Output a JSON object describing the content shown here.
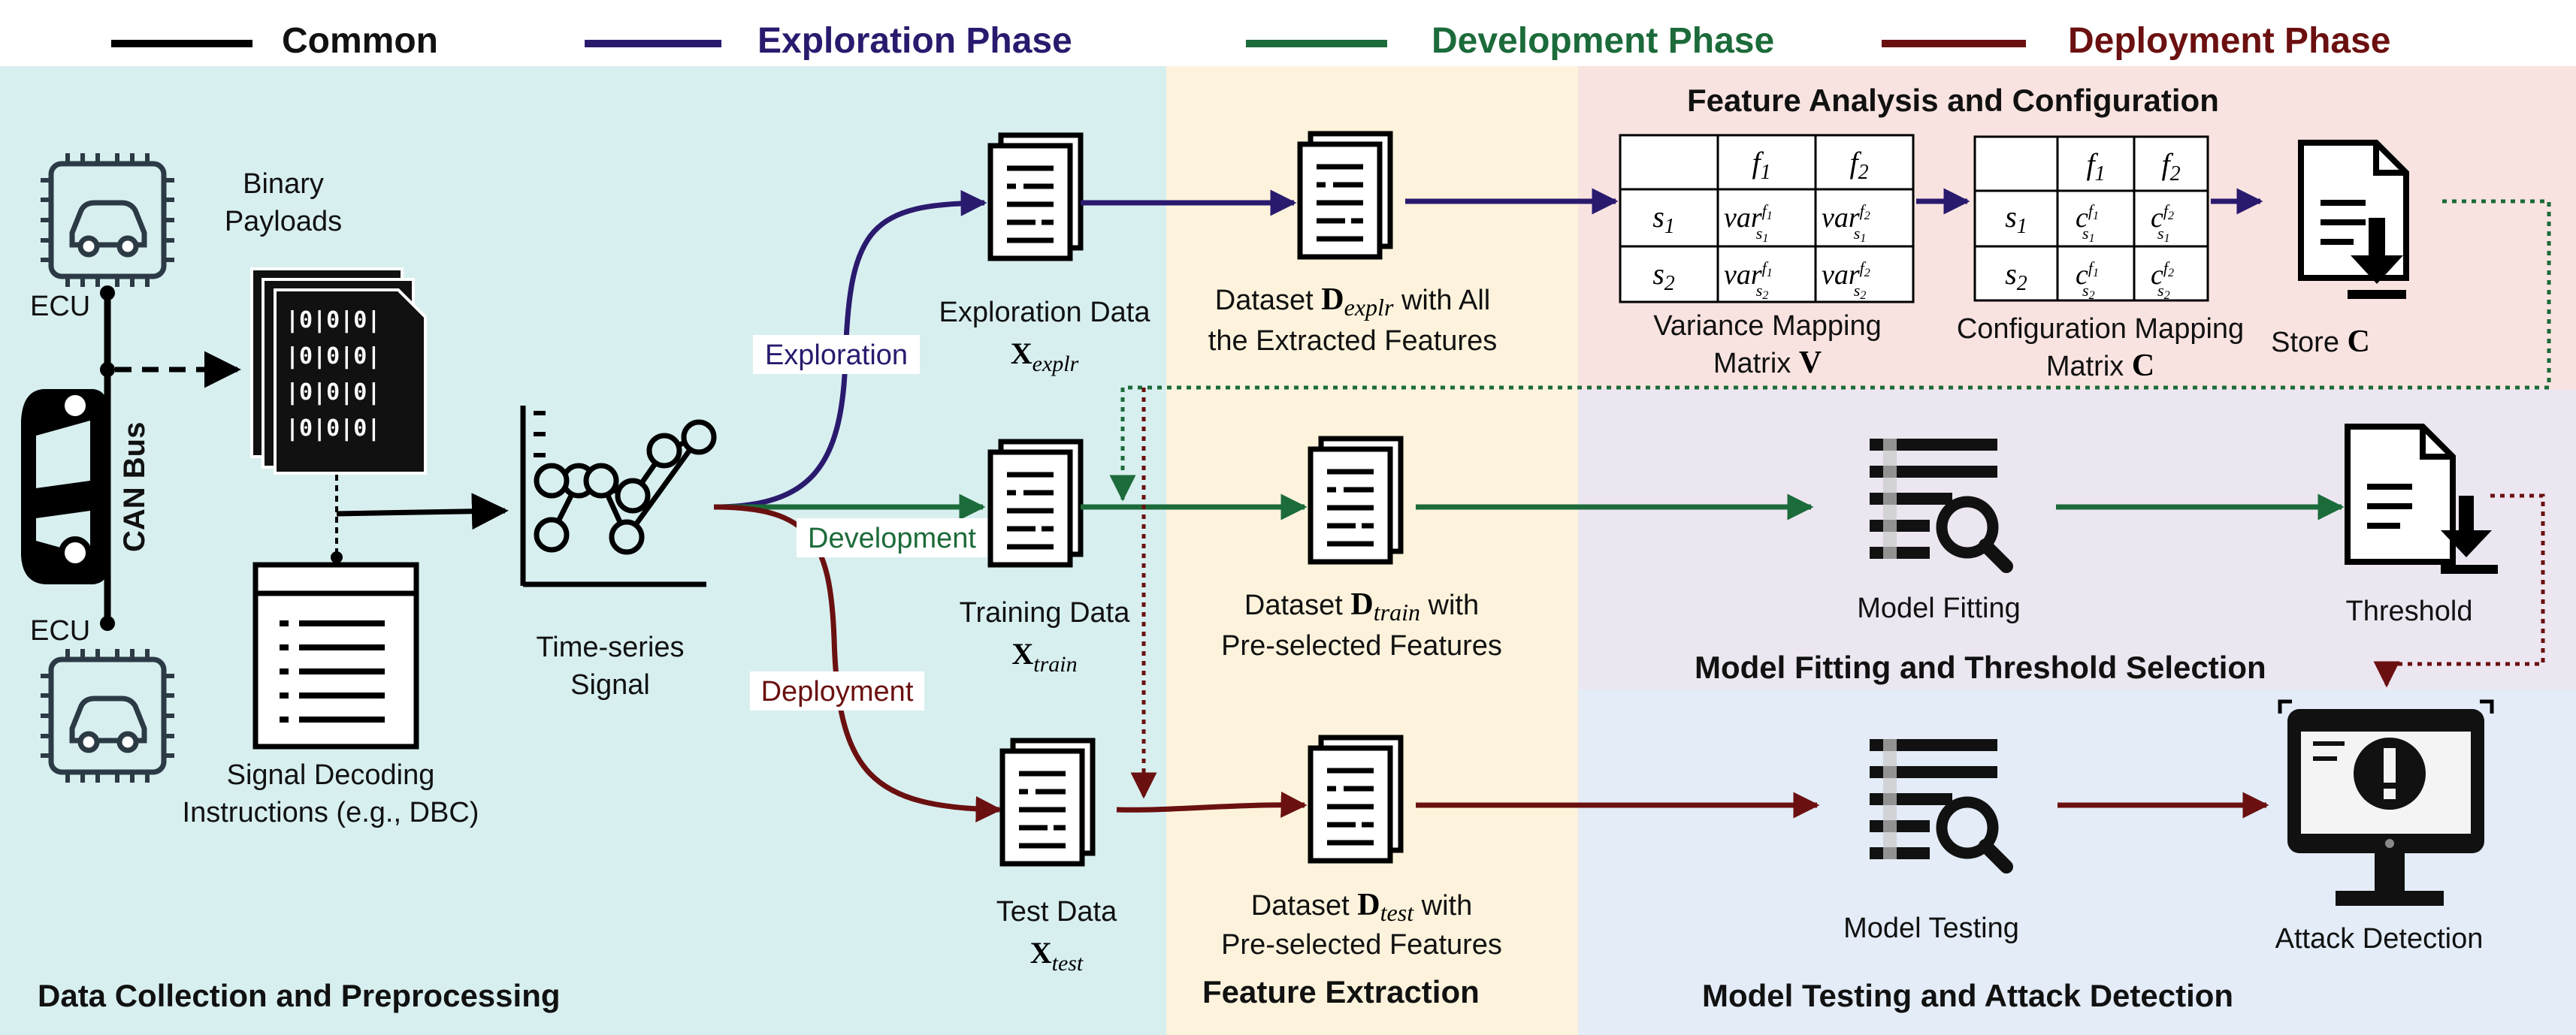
{
  "colors": {
    "common": "#000000",
    "exploration": "#2a1a6e",
    "development": "#1c6b3a",
    "deployment": "#6b1010",
    "panel_cyan": "#d8eff0",
    "panel_yellow": "#fdf3dc",
    "panel_pink": "#f9e3e0",
    "panel_lavender": "#ece6f0",
    "panel_blue": "#e3ecf7"
  },
  "legend": {
    "common": "Common",
    "exploration": "Exploration Phase",
    "development": "Development Phase",
    "deployment": "Deployment Phase"
  },
  "sections": {
    "data_collection": "Data Collection and Preprocessing",
    "feature_extraction": "Feature Extraction",
    "feature_analysis": "Feature Analysis and Configuration",
    "model_fitting": "Model Fitting and Threshold Selection",
    "model_testing": "Model Testing and Attack Detection"
  },
  "collection": {
    "ecu_top": "ECU",
    "ecu_bottom": "ECU",
    "can_bus": "CAN Bus",
    "binary_payloads": [
      "Binary",
      "Payloads"
    ],
    "binary_rows": [
      "|0|0|0|",
      "|0|0|0|",
      "|0|0|0|",
      "|0|0|0|"
    ],
    "signal_decoding": [
      "Signal Decoding",
      "Instructions (e.g., DBC)"
    ],
    "time_series": [
      "Time-series",
      "Signal"
    ]
  },
  "branches": {
    "exploration": "Exploration",
    "development": "Development",
    "deployment": "Deployment"
  },
  "data": {
    "exploration": [
      "Exploration Data",
      "X",
      "explr"
    ],
    "training": [
      "Training Data",
      "X",
      "train"
    ],
    "test": [
      "Test Data",
      "X",
      "test"
    ]
  },
  "datasets": {
    "explr": [
      "Dataset ",
      "D",
      "explr",
      " with All",
      "the Extracted Features"
    ],
    "train": [
      "Dataset ",
      "D",
      "train",
      " with",
      "Pre-selected Features"
    ],
    "test": [
      "Dataset ",
      "D",
      "test",
      " with",
      "Pre-selected Features"
    ]
  },
  "variance_matrix": {
    "col_headers": [
      "f",
      "1",
      "f",
      "2"
    ],
    "row_headers": [
      "s",
      "1",
      "s",
      "2"
    ],
    "cell_prefix": "var",
    "caption": [
      "Variance Mapping",
      "Matrix ",
      "V"
    ]
  },
  "config_matrix": {
    "cell_prefix": "c",
    "caption": [
      "Configuration Mapping",
      "Matrix ",
      "C"
    ]
  },
  "store": [
    "Store ",
    "C"
  ],
  "model_fitting": "Model Fitting",
  "threshold": "Threshold",
  "model_testing": "Model Testing",
  "attack_detection": "Attack Detection"
}
